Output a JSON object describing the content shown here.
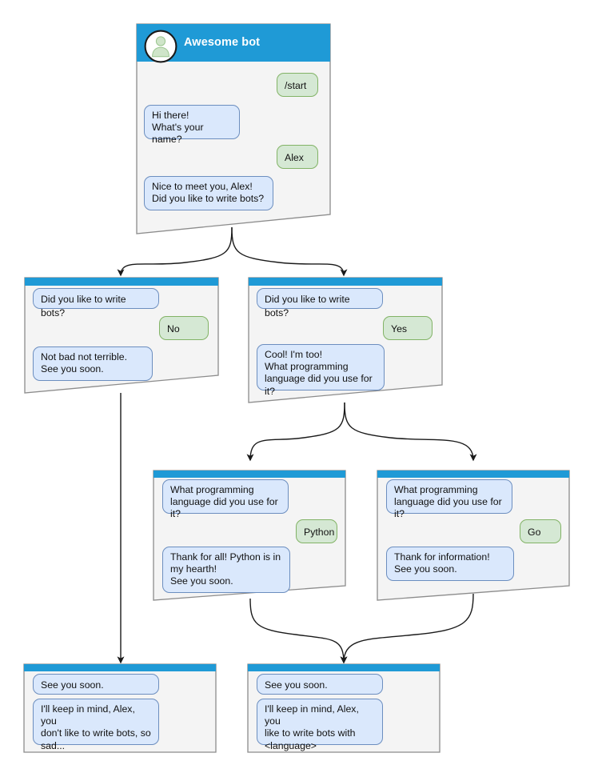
{
  "diagram": {
    "title": "Awesome bot conversation flow",
    "colors": {
      "header_blue": "#1f9ad6",
      "card_bg": "#f4f4f4",
      "card_border": "#8c8c8c",
      "bot_bubble_bg": "#dae8fc",
      "bot_bubble_border": "#6c8ebf",
      "user_bubble_bg": "#d5e8d4",
      "user_bubble_border": "#82b366",
      "edge": "#1a1a1a",
      "avatar_fill": "#cfe5c9"
    }
  },
  "header": {
    "title": "Awesome bot",
    "avatar_icon": "person-avatar-icon"
  },
  "cards": [
    {
      "id": "start",
      "messages": [
        {
          "role": "user",
          "text": "/start"
        },
        {
          "role": "bot",
          "text": "Hi there!\nWhat's your name?"
        },
        {
          "role": "user",
          "text": "Alex"
        },
        {
          "role": "bot",
          "text": "Nice to meet you, Alex!\nDid you like to write bots?"
        }
      ]
    },
    {
      "id": "answer-no",
      "messages": [
        {
          "role": "bot",
          "text": "Did you like to write bots?"
        },
        {
          "role": "user",
          "text": "No"
        },
        {
          "role": "bot",
          "text": "Not bad not terrible.\nSee you soon."
        }
      ]
    },
    {
      "id": "answer-yes",
      "messages": [
        {
          "role": "bot",
          "text": "Did you like to write bots?"
        },
        {
          "role": "user",
          "text": "Yes"
        },
        {
          "role": "bot",
          "text": "Cool! I'm too!\nWhat programming\nlanguage did you use for it?"
        }
      ]
    },
    {
      "id": "lang-python",
      "messages": [
        {
          "role": "bot",
          "text": "What programming\nlanguage did you use for it?"
        },
        {
          "role": "user",
          "text": "Python"
        },
        {
          "role": "bot",
          "text": "Thank for all! Python is in\nmy hearth!\nSee you soon."
        }
      ]
    },
    {
      "id": "lang-go",
      "messages": [
        {
          "role": "bot",
          "text": "What programming\nlanguage did you use for it?"
        },
        {
          "role": "user",
          "text": "Go"
        },
        {
          "role": "bot",
          "text": "Thank for information!\nSee you soon."
        }
      ]
    },
    {
      "id": "end-sad",
      "messages": [
        {
          "role": "bot",
          "text": "See you soon."
        },
        {
          "role": "bot",
          "text": "I'll keep in mind, Alex, you\ndon't like to write bots, so\nsad..."
        }
      ]
    },
    {
      "id": "end-happy",
      "messages": [
        {
          "role": "bot",
          "text": "See you soon."
        },
        {
          "role": "bot",
          "text": "I'll keep in mind, Alex, you\nlike to write bots with\n<language>"
        }
      ]
    }
  ]
}
